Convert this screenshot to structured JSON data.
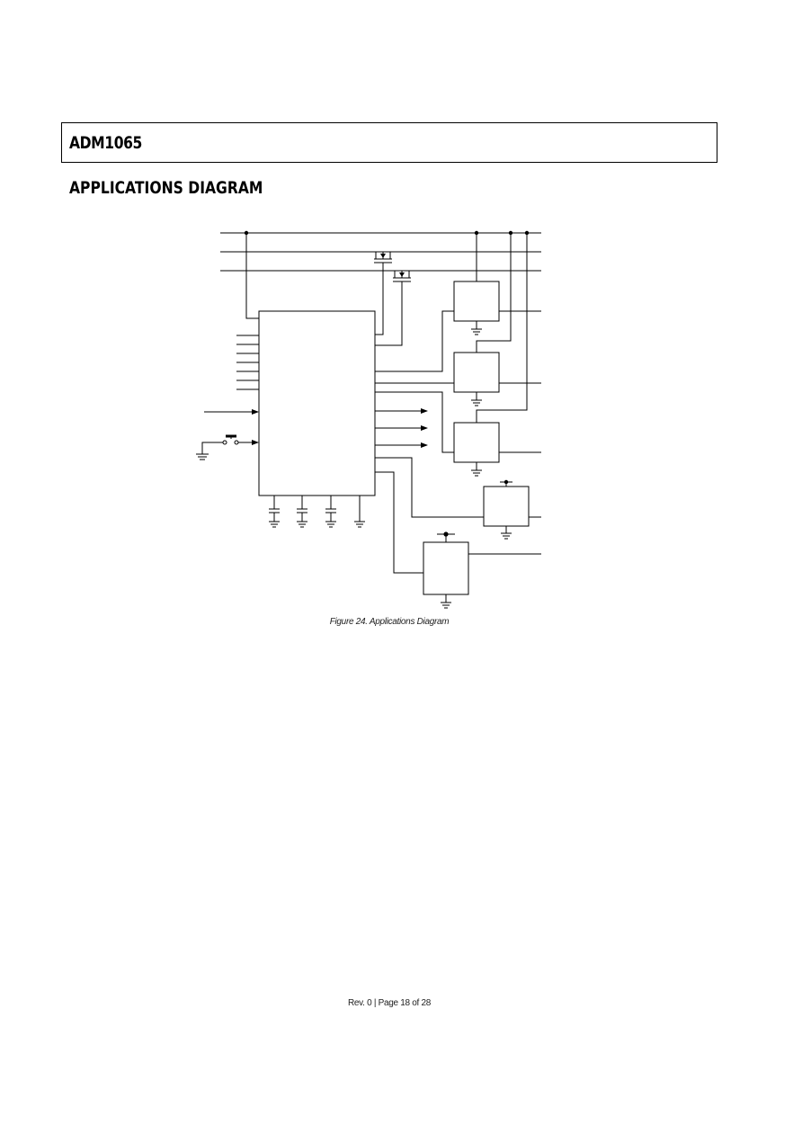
{
  "header": {
    "part_number": "ADM1065"
  },
  "section": {
    "title": "APPLICATIONS DIAGRAM"
  },
  "figure": {
    "caption": "Figure 24. Applications Diagram"
  },
  "footer": {
    "page_info": "Rev. 0 | Page 18 of 28"
  }
}
